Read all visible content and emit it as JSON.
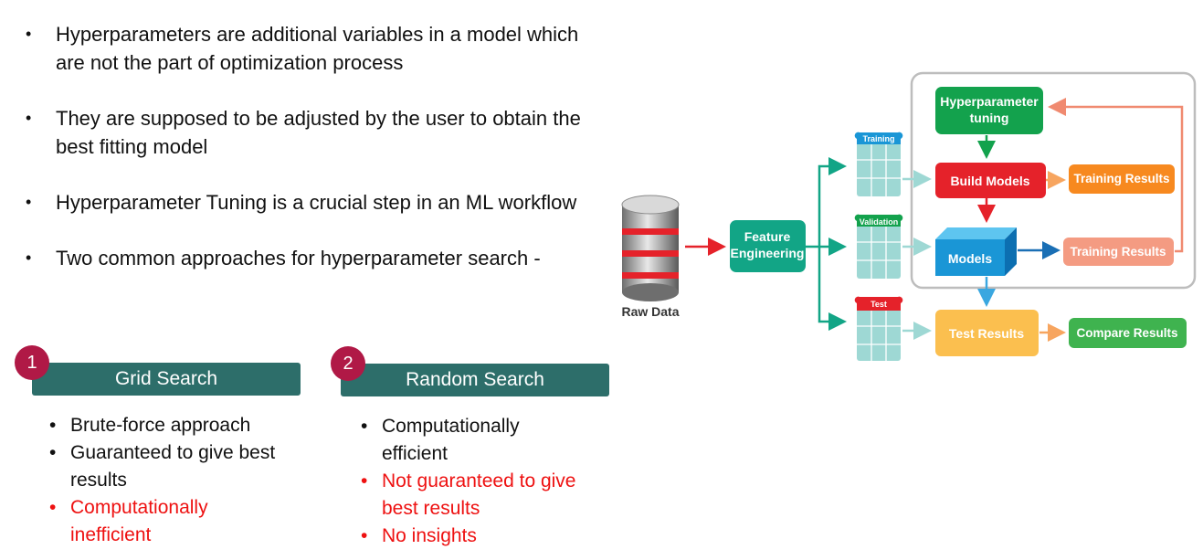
{
  "bullets": [
    "Hyperparameters are additional variables in a model which are not the part of optimization process",
    "They are supposed to be adjusted by the user to obtain the best fitting model",
    "Hyperparameter Tuning is a crucial step in an ML workflow",
    "Two common approaches for hyperparameter search -"
  ],
  "grid_search": {
    "number": "1",
    "title": "Grid Search",
    "items": [
      "Brute-force approach",
      "Guaranteed to give best results",
      "Computationally inefficient"
    ]
  },
  "random_search": {
    "number": "2",
    "title": "Random Search",
    "items": [
      "Computationally efficient",
      "Not guaranteed to give best results",
      "No insights"
    ]
  },
  "diagram": {
    "raw_data": "Raw Data",
    "feature_engineering_1": "Feature",
    "feature_engineering_2": "Engineering",
    "training": "Training",
    "validation": "Validation",
    "test": "Test",
    "hyperparameter_1": "Hyperparameter",
    "hyperparameter_2": "tuning",
    "build_models": "Build Models",
    "models": "Models",
    "training_results_1": "Training Results",
    "training_results_2": "Training Results",
    "test_results": "Test Results",
    "compare_results": "Compare Results"
  },
  "colors": {
    "teal_header": "#2d6e6a",
    "number_badge": "#b01946",
    "negative_text": "#ee1111",
    "feature_engineering": "#12a586",
    "hyperparameter": "#13a24d",
    "build_models": "#e5222a",
    "models": "#1a96d6",
    "training_results_1": "#f7891f",
    "training_results_2": "#f49b82",
    "test_results": "#fbbf4f",
    "compare_results": "#3fb34f"
  }
}
